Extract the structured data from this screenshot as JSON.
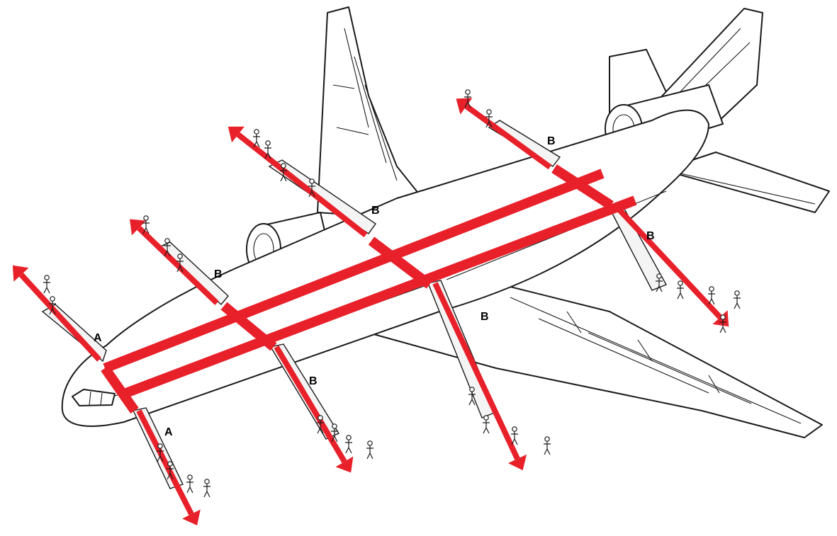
{
  "colors": {
    "escape_path": "#e8202a",
    "outline": "#1a1a1a",
    "background": "#ffffff"
  },
  "door_labels": [
    {
      "id": "fwd-left",
      "text": "A"
    },
    {
      "id": "fwd-right",
      "text": "A"
    },
    {
      "id": "left-2",
      "text": "B"
    },
    {
      "id": "left-3",
      "text": "B"
    },
    {
      "id": "left-4",
      "text": "B"
    },
    {
      "id": "right-2",
      "text": "B"
    },
    {
      "id": "right-3",
      "text": "B"
    },
    {
      "id": "right-4",
      "text": "B"
    }
  ]
}
